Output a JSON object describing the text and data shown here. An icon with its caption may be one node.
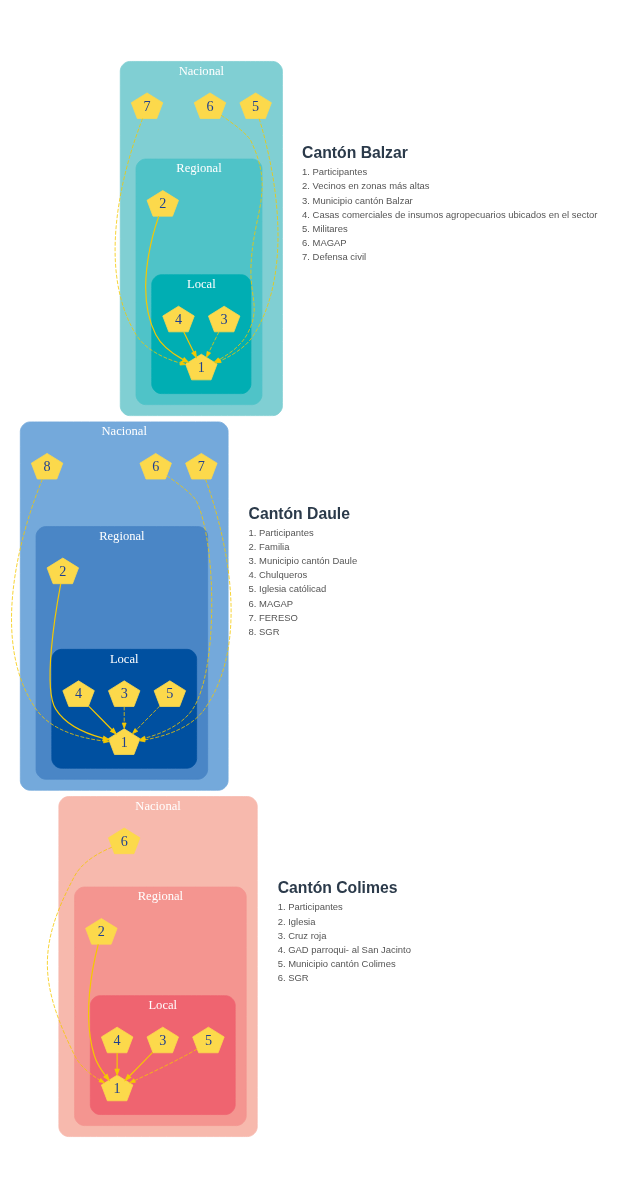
{
  "diagram": {
    "nodes": [
      {
        "text": [
          "Nacional"
        ],
        "beside": [
          "Cantón Balzar",
          "1. Participantes",
          "2. Vecinos en zonas más altas",
          "3. Municipio cantón Balzar",
          "4. Casas comerciales de insumos agropecuarios ubicados en el sector",
          "5. Militares",
          "6. MAGAP",
          "7. Defensa civil"
        ]
      },
      {
        "text": [
          "5"
        ],
        "in": 0
      },
      {
        "text": [
          "6"
        ],
        "in": 0
      },
      {
        "text": [
          "Regional"
        ],
        "in": 0
      },
      {
        "text": [
          "7"
        ],
        "in": 0
      },
      {
        "text": [
          "2"
        ],
        "in": 3
      },
      {
        "text": [
          "Local"
        ],
        "in": 3
      },
      {
        "text": [
          "3"
        ],
        "in": 6
      },
      {
        "text": [
          "4"
        ],
        "in": 6
      },
      {
        "text": [
          "1"
        ],
        "in": 6
      },
      {
        "text": [
          "Nacional"
        ],
        "beside": [
          "Cantón Daule",
          "1. Participantes",
          "2. Familia",
          "3. Municipio cantón Daule",
          "4. Chulqueros",
          "5. Iglesia católicad",
          "6. MAGAP",
          "7. FERESO",
          "8. SGR"
        ]
      },
      {
        "text": [
          "7"
        ],
        "in": 10
      },
      {
        "text": [
          "6"
        ],
        "in": 10
      },
      {
        "text": [
          "Regional"
        ],
        "in": 10
      },
      {
        "text": [
          "8"
        ],
        "in": 10
      },
      {
        "text": [
          "2"
        ],
        "in": 13
      },
      {
        "text": [
          "Local"
        ],
        "in": 13
      },
      {
        "text": [
          "5"
        ],
        "in": 16
      },
      {
        "text": [
          "3"
        ],
        "in": 16
      },
      {
        "text": [
          "4"
        ],
        "in": 16
      },
      {
        "text": [
          "1"
        ],
        "in": 16
      },
      {
        "text": [
          "Nacional"
        ],
        "beside": [
          "Cantón Colimes",
          "1. Participantes",
          "2. Iglesia",
          "3. Cruz roja",
          "4. GAD parroqui- al San Jacinto",
          "5. Municipio cantón Colimes",
          "6. SGR"
        ]
      },
      {
        "text": [
          "6"
        ],
        "in": 21
      },
      {
        "text": [
          "Regional"
        ],
        "in": 21
      },
      {
        "text": [
          "2"
        ],
        "in": 23
      },
      {
        "text": [
          "Local"
        ],
        "in": 23
      },
      {
        "text": [
          "5"
        ],
        "in": 25
      },
      {
        "text": [
          "3"
        ],
        "in": 25
      },
      {
        "text": [
          "4"
        ],
        "in": 25
      },
      {
        "text": [
          "1"
        ],
        "in": 25
      }
    ],
    "edges": [
      {
        "from": 1,
        "to": 9,
        "arrow": "to",
        "style": "dashed"
      },
      {
        "from": 2,
        "to": 9,
        "arrow": "to",
        "style": "dashed"
      },
      {
        "from": 4,
        "to": 9,
        "arrow": "to",
        "style": "dashed"
      },
      {
        "from": 5,
        "to": 9,
        "arrow": "to"
      },
      {
        "from": 7,
        "to": 9,
        "arrow": "to",
        "style": "dashed"
      },
      {
        "from": 8,
        "to": 9,
        "arrow": "to"
      },
      {
        "from": 11,
        "to": 20,
        "arrow": "to",
        "style": "dashed"
      },
      {
        "from": 12,
        "to": 20,
        "arrow": "to",
        "style": "dashed"
      },
      {
        "from": 14,
        "to": 20,
        "arrow": "to",
        "style": "dashed"
      },
      {
        "from": 15,
        "to": 20,
        "arrow": "to"
      },
      {
        "from": 17,
        "to": 20,
        "arrow": "to",
        "style": "dashed"
      },
      {
        "from": 18,
        "to": 20,
        "arrow": "to",
        "style": "dashed"
      },
      {
        "from": 19,
        "to": 20,
        "arrow": "to"
      },
      {
        "from": 22,
        "to": 29,
        "arrow": "to",
        "style": "dashed"
      },
      {
        "from": 24,
        "to": 29,
        "arrow": "to"
      },
      {
        "from": 26,
        "to": 29,
        "arrow": "to",
        "style": "dashed"
      },
      {
        "from": 27,
        "to": 29,
        "arrow": "to"
      },
      {
        "from": 28,
        "to": 29,
        "arrow": "to"
      }
    ]
  }
}
